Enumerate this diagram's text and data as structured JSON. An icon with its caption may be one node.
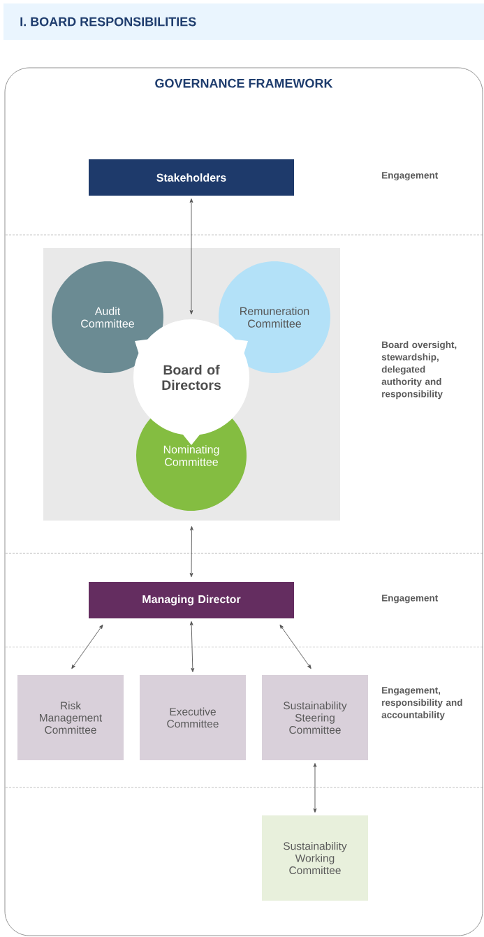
{
  "diagram": {
    "title": "I. BOARD RESPONSIBILITIES",
    "nodes": [
      {
        "text": [
          "GOVERNANCE FRAMEWORK"
        ]
      },
      {
        "text": [
          "Stakeholders"
        ],
        "in": 0
      },
      {
        "text": [],
        "shape": "box",
        "in": 0
      },
      {
        "text": [
          "Audit Committee"
        ],
        "in": 2
      },
      {
        "text": [
          "Remuneration Committee"
        ],
        "in": 2
      },
      {
        "text": [
          "Board of Directors"
        ],
        "in": 2
      },
      {
        "text": [
          "Nominating Committee"
        ],
        "in": 2
      },
      {
        "text": [
          "Managing Director"
        ],
        "in": 0
      },
      {
        "text": [
          "Risk Management Committee"
        ],
        "in": 0
      },
      {
        "text": [
          "Executive Committee"
        ],
        "in": 0
      },
      {
        "text": [
          "Sustainability Steering Committee"
        ],
        "in": 0
      },
      {
        "text": [
          "Sustainability Working Committee"
        ],
        "in": 0
      }
    ],
    "edges": [
      {
        "from": 1,
        "to": 5,
        "arrow": "both"
      },
      {
        "from": 2,
        "to": 7,
        "arrow": "both"
      },
      {
        "from": 7,
        "to": 8,
        "arrow": "both"
      },
      {
        "from": 7,
        "to": 9,
        "arrow": "both"
      },
      {
        "from": 7,
        "to": 10,
        "arrow": "both"
      },
      {
        "from": 10,
        "to": 11,
        "arrow": "both"
      }
    ],
    "labels": [
      "Engagement",
      "Board oversight, stewardship, delegated authority and responsibility",
      "Engagement",
      "Engagement, responsibility and accountability"
    ]
  }
}
